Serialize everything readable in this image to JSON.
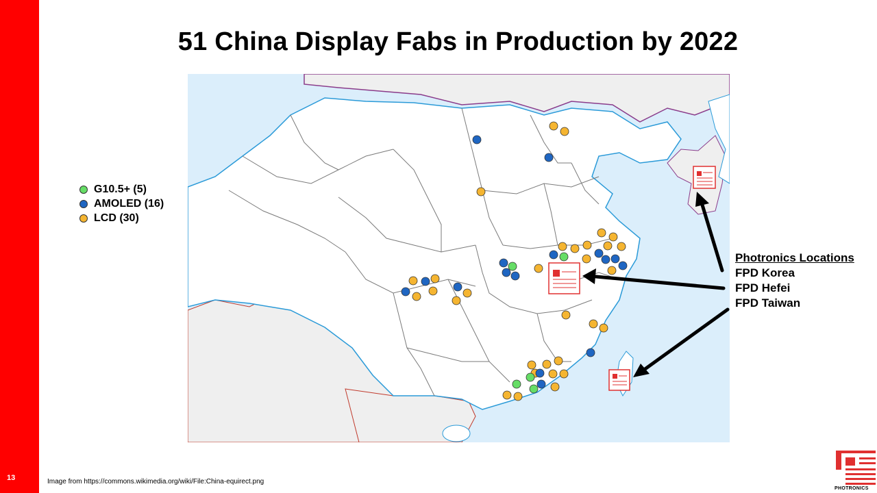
{
  "slide": {
    "title": "51 China Display Fabs in Production by 2022",
    "page_number": "13",
    "footnote": "Image  from https://commons.wikimedia.org/wiki/File:China-equirect.png",
    "logo_text": "PHOTRONICS"
  },
  "legend": [
    {
      "label": "G10.5+ (5)",
      "color": "#66dd66"
    },
    {
      "label": "AMOLED (16)",
      "color": "#1f66c2"
    },
    {
      "label": "LCD (30)",
      "color": "#f5b531"
    }
  ],
  "locations": {
    "heading": "Photronics Locations",
    "items": [
      "FPD Korea",
      "FPD Hefei",
      "FPD Taiwan"
    ]
  },
  "colors": {
    "accent_red": "#ff0000",
    "land": "#ffffff",
    "foreign_land": "#efefef",
    "sea": "#dbeefb",
    "coast": "#2a9ad8",
    "border": "#7a7a7a"
  }
}
